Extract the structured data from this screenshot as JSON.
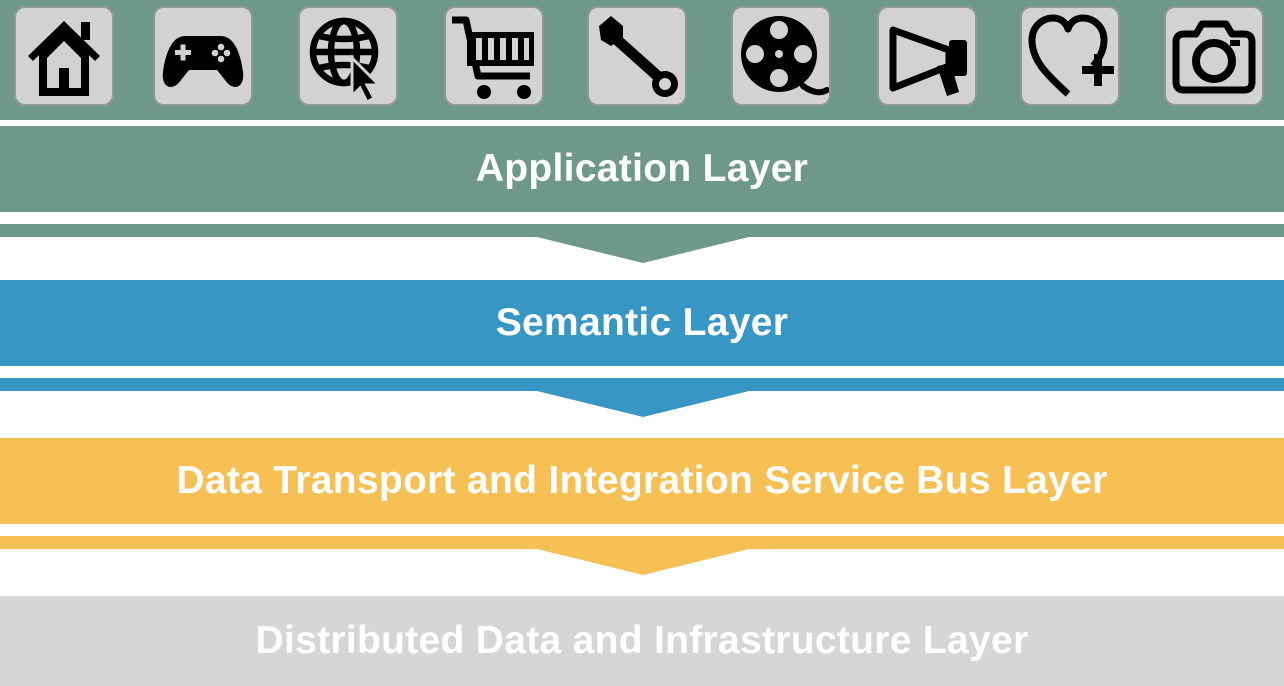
{
  "colors": {
    "application": "#6f988d",
    "semantic": "#3896c4",
    "transport": "#f6c054",
    "infrastructure": "#d6d6d6",
    "tile_background": "#d2d2d2",
    "tile_border": "#8c9a96",
    "icon": "#000000"
  },
  "icon_strip": {
    "icons": [
      {
        "name": "home-icon"
      },
      {
        "name": "gamepad-icon"
      },
      {
        "name": "globe-cursor-icon"
      },
      {
        "name": "shopping-cart-icon"
      },
      {
        "name": "wrench-icon"
      },
      {
        "name": "film-reel-icon"
      },
      {
        "name": "megaphone-icon"
      },
      {
        "name": "heart-plus-icon"
      },
      {
        "name": "camera-icon"
      }
    ]
  },
  "layers": [
    {
      "label": "Application Layer",
      "color_key": "application"
    },
    {
      "label": "Semantic Layer",
      "color_key": "semantic"
    },
    {
      "label": "Data Transport and Integration Service Bus Layer",
      "color_key": "transport"
    },
    {
      "label": "Distributed Data and Infrastructure Layer",
      "color_key": "infrastructure"
    }
  ]
}
